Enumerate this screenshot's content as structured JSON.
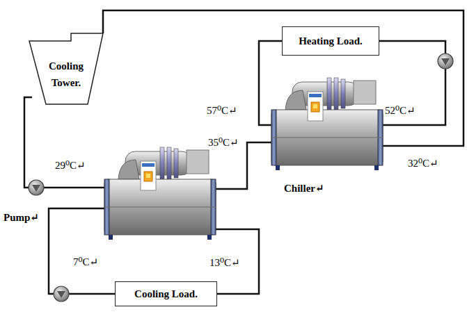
{
  "diagram": {
    "nodes": [
      {
        "text": [
          "Cooling Tower."
        ]
      },
      {
        "text": [
          "Heating Load."
        ]
      },
      {
        "text": [
          "Chiller↵"
        ]
      },
      {
        "text": [
          "Cooling Load."
        ]
      }
    ],
    "edges": [
      {
        "from": 0,
        "to": 2,
        "arrow": "none"
      },
      {
        "from": 2,
        "to": 1,
        "arrow": "none"
      },
      {
        "from": 2,
        "to": 1,
        "arrow": "none"
      }
    ],
    "labels": [
      "29⁰C↵",
      "35⁰C↵",
      "57⁰C↵",
      "52⁰C↵",
      "32⁰C↵",
      "Pump↵",
      "7⁰C↵",
      "13⁰C↵"
    ]
  }
}
